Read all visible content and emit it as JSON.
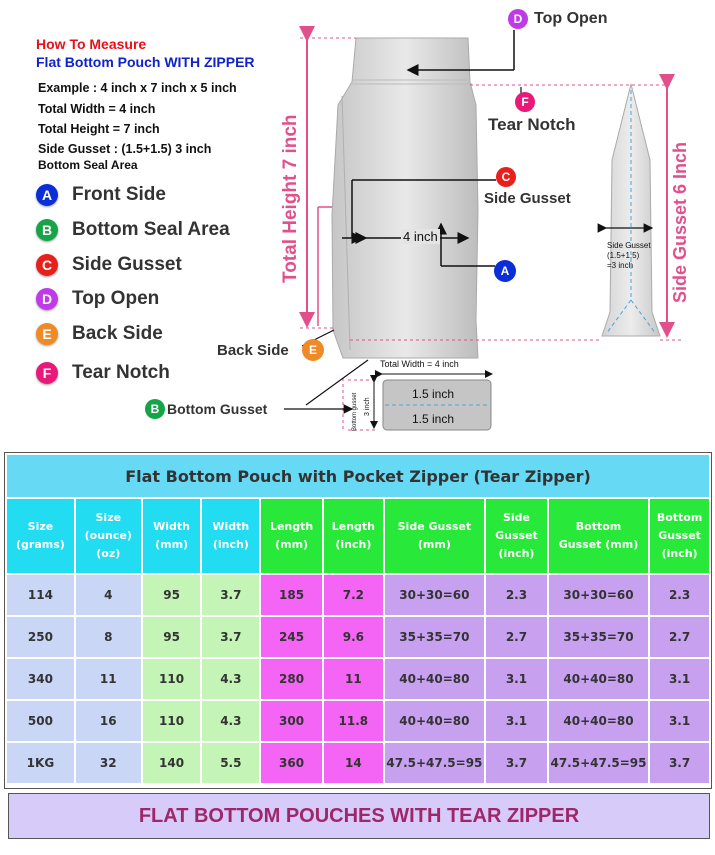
{
  "header": {
    "how_to": "How To Measure",
    "product": "Flat Bottom Pouch WITH ZIPPER",
    "example": "Example : 4 inch x 7 inch x 5 inch",
    "total_width": "Total Width = 4 inch",
    "total_height": "Total Height = 7 inch",
    "side_gusset": "Side Gusset : (1.5+1.5) 3 inch",
    "bottom_seal": "Bottom Seal Area"
  },
  "legend": [
    {
      "letter": "A",
      "label": "Front Side",
      "color": "#0a2fd8"
    },
    {
      "letter": "B",
      "label": "Bottom Seal Area",
      "color": "#17a348"
    },
    {
      "letter": "C",
      "label": "Side Gusset",
      "color": "#e8201c"
    },
    {
      "letter": "D",
      "label": "Top Open",
      "color": "#c03be8"
    },
    {
      "letter": "E",
      "label": "Back Side",
      "color": "#f08a25"
    },
    {
      "letter": "F",
      "label": "Tear Notch",
      "color": "#e8197a"
    }
  ],
  "diagram": {
    "top_open": "Top Open",
    "tear_notch": "Tear Notch",
    "side_gusset": "Side Gusset",
    "four_inch": "4 inch",
    "total_height": "Total Height 7 inch",
    "side_gusset_6": "Side Gusset 6 Inch",
    "back_side": "Back Side",
    "bottom_gusset": "Bottom Gusset",
    "total_width": "Total Width = 4 inch",
    "bottom_gusset_small": "Bottom gusset",
    "three_inch": "3 inch",
    "half_a": "1.5 inch",
    "half_b": "1.5 inch",
    "sg_note_1": "Side Gusset",
    "sg_note_2": "(1.5+1.5)",
    "sg_note_3": "=3 inch"
  },
  "table": {
    "title": "Flat Bottom Pouch with Pocket Zipper (Tear Zipper)",
    "headers": [
      [
        "Size",
        "(grams)"
      ],
      [
        "Size",
        "(ounce)",
        "(oz)"
      ],
      [
        "Width",
        "(mm)"
      ],
      [
        "Width",
        "(inch)"
      ],
      [
        "Length",
        "(mm)"
      ],
      [
        "Length",
        "(inch)"
      ],
      [
        "Side Gusset",
        "(mm)"
      ],
      [
        "Side",
        "Gusset",
        "(inch)"
      ],
      [
        "Bottom",
        "Gusset (mm)"
      ],
      [
        "Bottom",
        "Gusset",
        "(inch)"
      ]
    ],
    "rows": [
      [
        "114",
        "4",
        "95",
        "3.7",
        "185",
        "7.2",
        "30+30=60",
        "2.3",
        "30+30=60",
        "2.3"
      ],
      [
        "250",
        "8",
        "95",
        "3.7",
        "245",
        "9.6",
        "35+35=70",
        "2.7",
        "35+35=70",
        "2.7"
      ],
      [
        "340",
        "11",
        "110",
        "4.3",
        "280",
        "11",
        "40+40=80",
        "3.1",
        "40+40=80",
        "3.1"
      ],
      [
        "500",
        "16",
        "110",
        "4.3",
        "300",
        "11.8",
        "40+40=80",
        "3.1",
        "40+40=80",
        "3.1"
      ],
      [
        "1KG",
        "32",
        "140",
        "5.5",
        "360",
        "14",
        "47.5+47.5=95",
        "3.7",
        "47.5+47.5=95",
        "3.7"
      ]
    ]
  },
  "footer": "FLAT BOTTOM POUCHES WITH TEAR ZIPPER"
}
